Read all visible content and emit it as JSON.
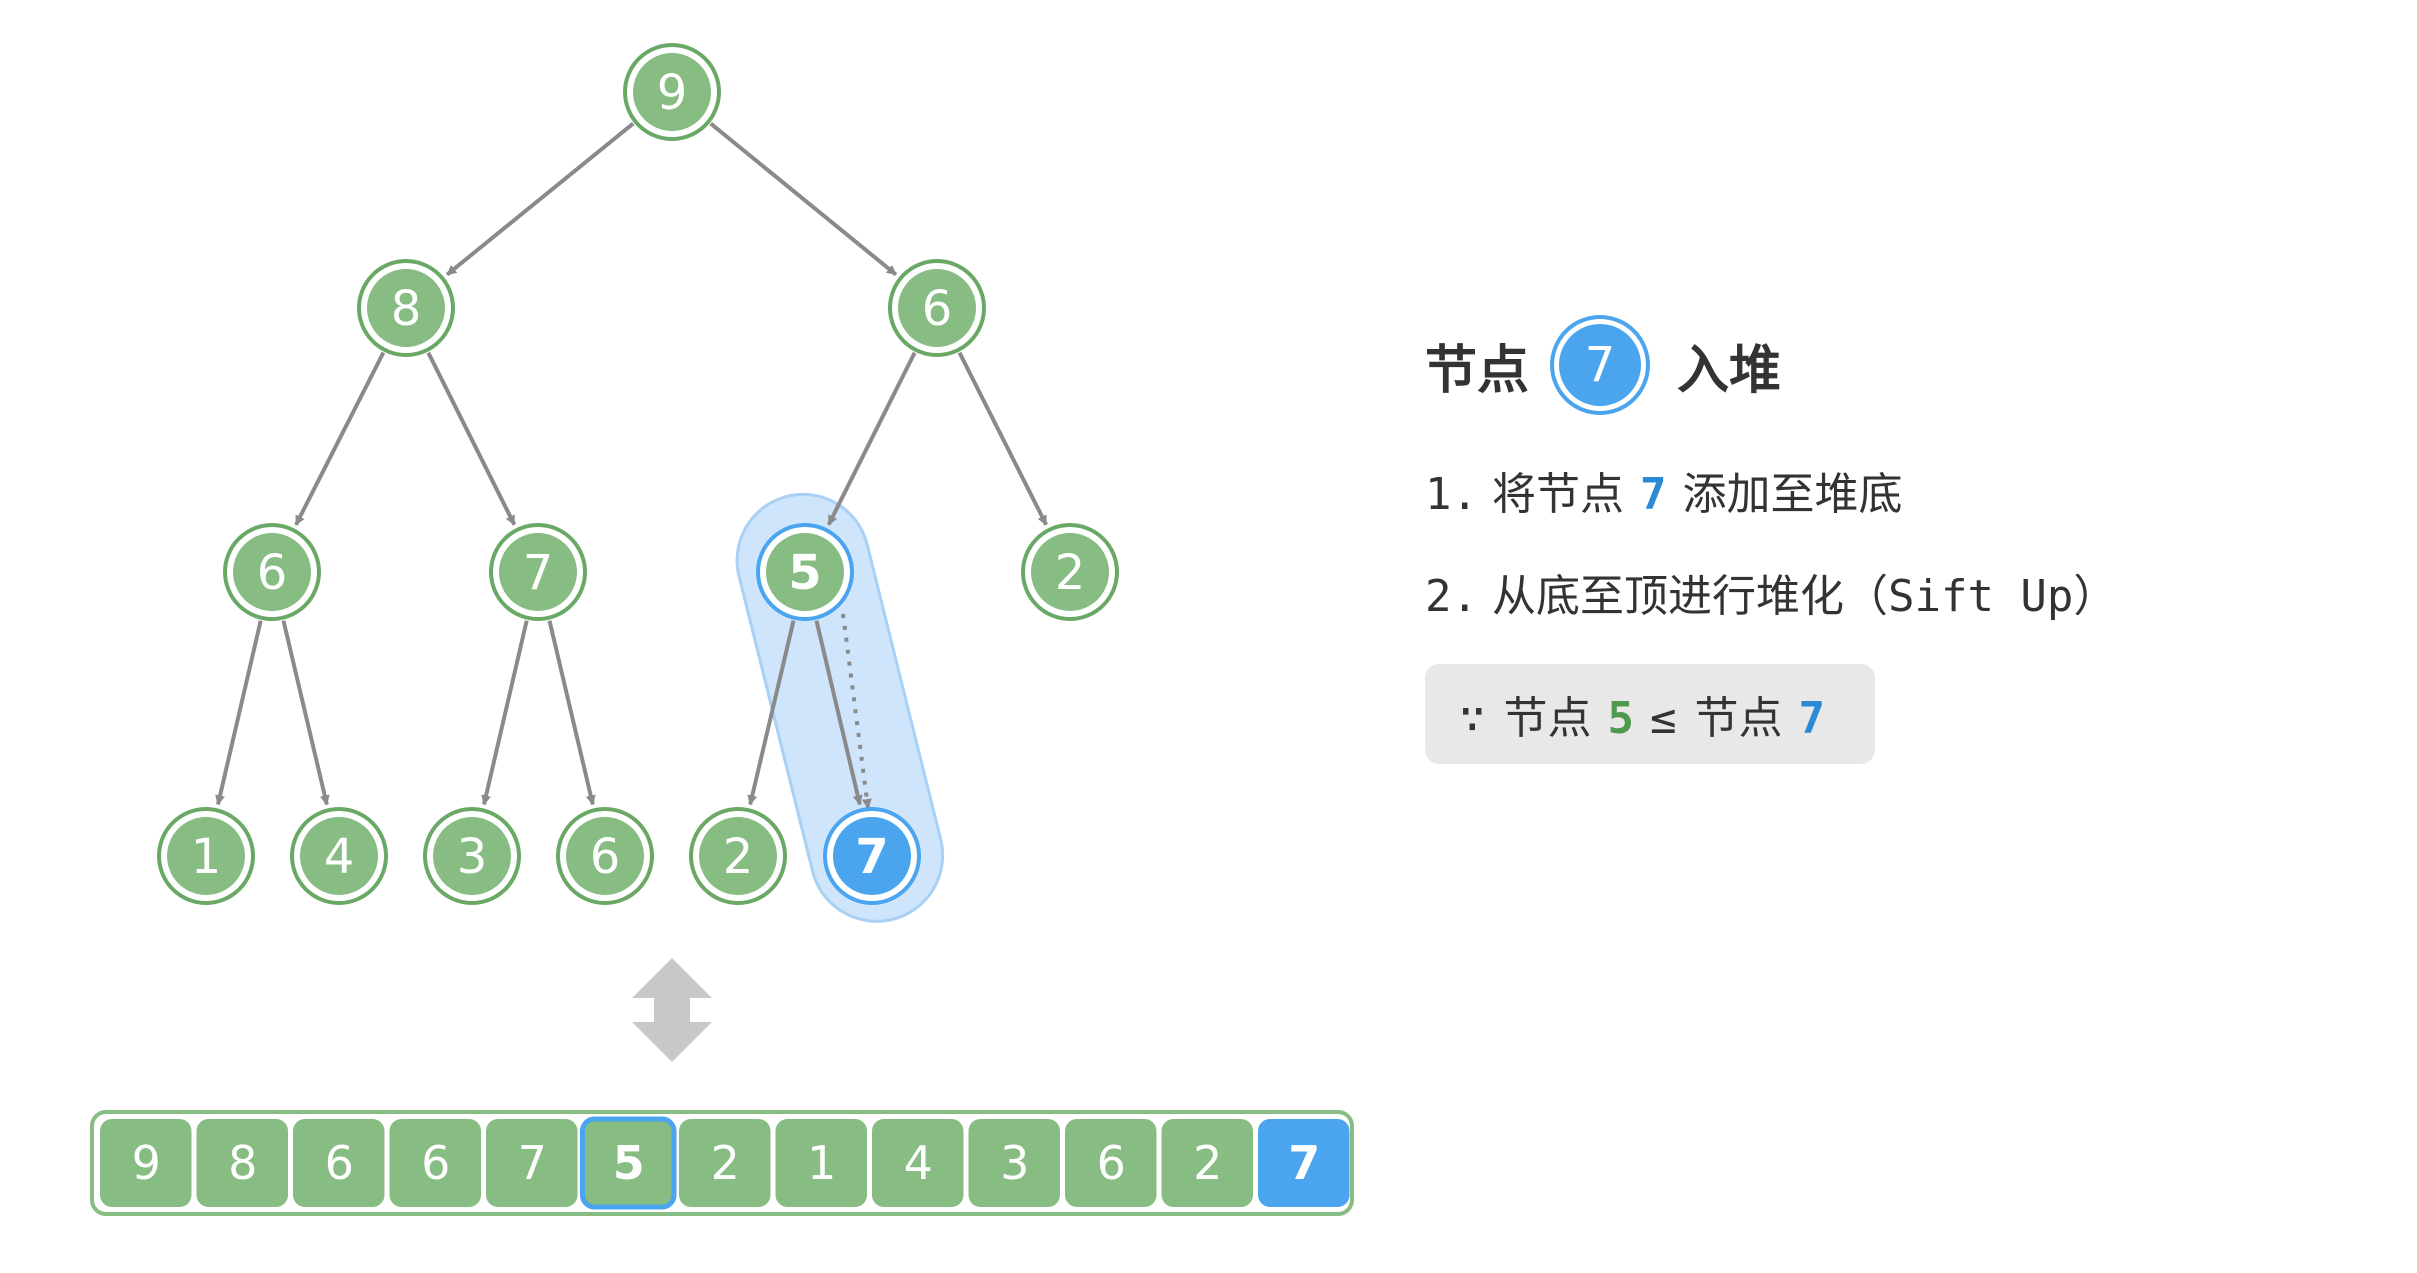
{
  "tree": {
    "nodes": [
      {
        "value": "9",
        "state": "normal"
      },
      {
        "value": "8",
        "state": "normal"
      },
      {
        "value": "6",
        "state": "normal"
      },
      {
        "value": "6",
        "state": "normal"
      },
      {
        "value": "7",
        "state": "normal"
      },
      {
        "value": "5",
        "state": "compare"
      },
      {
        "value": "2",
        "state": "normal"
      },
      {
        "value": "1",
        "state": "normal"
      },
      {
        "value": "4",
        "state": "normal"
      },
      {
        "value": "3",
        "state": "normal"
      },
      {
        "value": "6",
        "state": "normal"
      },
      {
        "value": "2",
        "state": "normal"
      },
      {
        "value": "7",
        "state": "new"
      }
    ]
  },
  "array": {
    "cells": [
      "9",
      "8",
      "6",
      "6",
      "7",
      "5",
      "2",
      "1",
      "4",
      "3",
      "6",
      "2",
      "7"
    ],
    "compare_index": 5,
    "new_index": 12
  },
  "panel": {
    "title_prefix": "节点",
    "title_node": "7",
    "title_suffix": "入堆",
    "steps": [
      {
        "num": "1.",
        "before": "将节点",
        "value": "7",
        "after": "添加至堆底"
      },
      {
        "num": "2.",
        "text": "从底至顶进行堆化（Sift Up）"
      }
    ],
    "condition": {
      "because": "∵",
      "label_a": "节点",
      "value_a": "5",
      "op": "≤",
      "label_b": "节点",
      "value_b": "7"
    }
  },
  "colors": {
    "node_green": "#87bd82",
    "node_green_border": "#69a865",
    "node_blue": "#4aa4ee",
    "highlight_bg": "#cfe5fb",
    "edge_gray": "#8a8a8a",
    "text_blue": "#2a8ad6",
    "text_green": "#4f9a4f"
  }
}
